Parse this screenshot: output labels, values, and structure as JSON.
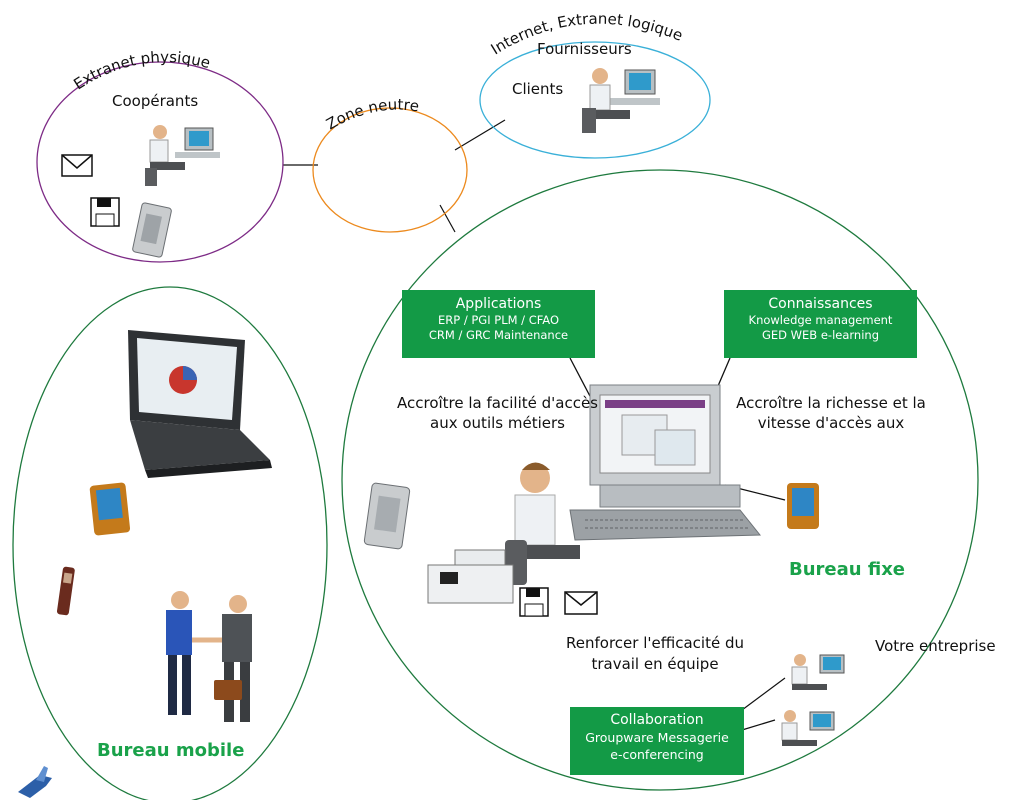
{
  "zones": {
    "extranet_physique": {
      "title": "Extranet physique",
      "member": "Coopérants"
    },
    "internet_extranet": {
      "title": "Internet, Extranet logique",
      "members": [
        "Fournisseurs",
        "Clients"
      ]
    },
    "zone_neutre": {
      "title": "Zone neutre"
    },
    "bureau_mobile": {
      "title": "Bureau mobile"
    },
    "bureau_fixe": {
      "title": "Bureau fixe"
    },
    "votre_entreprise": {
      "title": "Votre entreprise"
    }
  },
  "boxes": {
    "applications": {
      "title": "Applications",
      "lines": [
        "ERP / PGI   PLM / CFAO",
        "CRM / GRC   Maintenance"
      ]
    },
    "connaissances": {
      "title": "Connaissances",
      "lines": [
        "Knowledge  management",
        "GED      WEB      e-learning"
      ]
    },
    "collaboration": {
      "title": "Collaboration",
      "lines": [
        "Groupware Messagerie",
        "e-conferencing"
      ]
    }
  },
  "captions": {
    "acces_outils": [
      "Accroître la facilité d'accès",
      "aux outils métiers"
    ],
    "richesse": [
      "Accroître la richesse et la",
      "vitesse d'accès aux"
    ],
    "equipe": [
      "Renforcer l'efficacité du",
      "travail en équipe"
    ]
  },
  "colors": {
    "green": "#139a46",
    "purple_circle": "#7d2b86",
    "blue_circle": "#3ab0d8",
    "orange_circle": "#ec8a1e",
    "dark_green_circle": "#1e7a3e"
  }
}
